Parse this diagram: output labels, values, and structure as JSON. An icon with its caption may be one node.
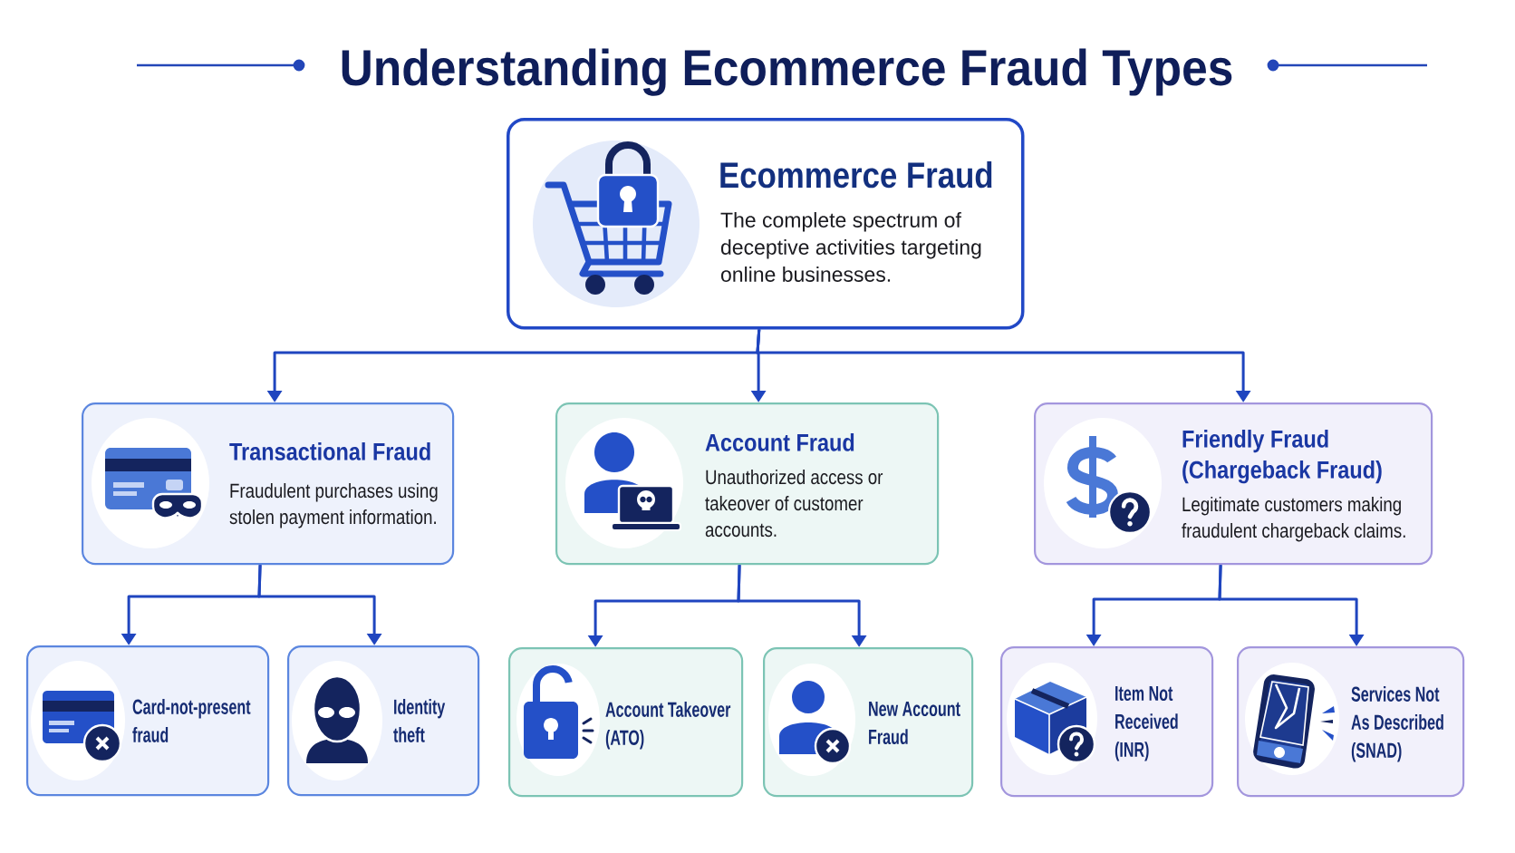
{
  "diagram": {
    "title": "Understanding Ecommerce Fraud Types",
    "nodes": [
      {
        "text": [
          "Ecommerce Fraud",
          "The complete spectrum of deceptive activities targeting online businesses."
        ]
      },
      {
        "text": [
          "Transactional Fraud",
          "Fraudulent purchases using stolen payment information."
        ]
      },
      {
        "text": [
          "Account Fraud",
          "Unauthorized access or takeover of customer accounts."
        ]
      },
      {
        "text": [
          "Friendly Fraud (Chargeback Fraud)",
          "Legitimate customers making fraudulent chargeback claims."
        ]
      },
      {
        "text": [
          "Card-not-present fraud"
        ]
      },
      {
        "text": [
          "Identity theft"
        ]
      },
      {
        "text": [
          "Account Takeover (ATO)"
        ]
      },
      {
        "text": [
          "New Account Fraud"
        ]
      },
      {
        "text": [
          "Item Not Received (INR)"
        ]
      },
      {
        "text": [
          "Services Not As Described (SNAD)"
        ]
      }
    ],
    "edges": [
      {
        "from": 0,
        "to": 1,
        "arrow": "to"
      },
      {
        "from": 0,
        "to": 2,
        "arrow": "to"
      },
      {
        "from": 0,
        "to": 3,
        "arrow": "to"
      },
      {
        "from": 1,
        "to": 4,
        "arrow": "to"
      },
      {
        "from": 1,
        "to": 5,
        "arrow": "to"
      },
      {
        "from": 2,
        "to": 6,
        "arrow": "to"
      },
      {
        "from": 2,
        "to": 7,
        "arrow": "to"
      },
      {
        "from": 3,
        "to": 8,
        "arrow": "to"
      },
      {
        "from": 3,
        "to": 9,
        "arrow": "to"
      }
    ]
  }
}
